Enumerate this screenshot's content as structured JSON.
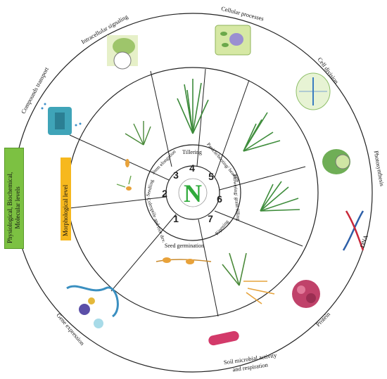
{
  "center": {
    "letter": "N"
  },
  "stages": [
    {
      "number": "1",
      "label": "Coleoptile and root dev."
    },
    {
      "number": "2",
      "label": "Seedling"
    },
    {
      "number": "3",
      "label": "Stem elongation"
    },
    {
      "number": "4",
      "label": "Tillering"
    },
    {
      "number": "5",
      "label": "Panicle/booting/ heading"
    },
    {
      "number": "6",
      "label": "Flowering/ grain filling"
    },
    {
      "number": "7",
      "label": "Ripening"
    }
  ],
  "seed_germination": "Seed germination",
  "outer_labels": {
    "cellular_processes": "Cellular processes",
    "intracellular_signaling": "Intracellular signaling",
    "compounds_transport": "Compounds transport",
    "cell_division": "Cell division",
    "photosynthesis": "Photosynthesis",
    "dna": "DNA",
    "protein": "Protein",
    "soil_line1": "Soil microbial activity",
    "soil_line2": "and respiration",
    "gene_expression": "Gene expression"
  },
  "side_labels": {
    "levels_line1": "Physiological, Biochemical,",
    "levels_line2": "Molecular levels",
    "morphological": "Morphological level"
  },
  "colors": {
    "green_box": "#7cc142",
    "yellow_box": "#f6b81e",
    "center_green": "#2eaa3a"
  },
  "icons": [
    "leaf-cell-icon",
    "plant-cell-icon",
    "mitosis-icon",
    "leaf-icon",
    "dna-icon",
    "protein-icon",
    "bacteria-icon",
    "gene-expression-icon",
    "transport-protein-icon"
  ]
}
